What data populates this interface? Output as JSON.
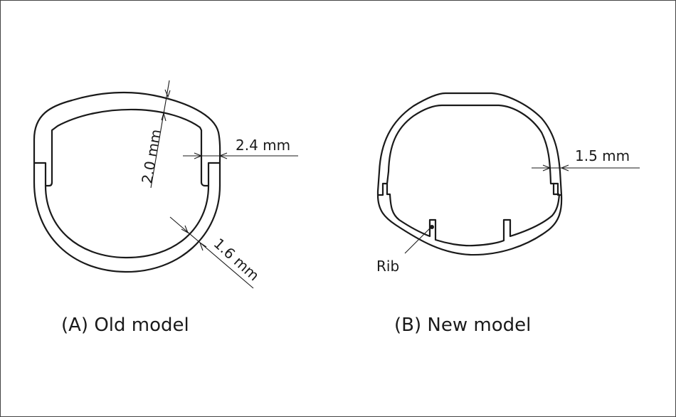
{
  "old_model": {
    "caption": "(A) Old model",
    "dimensions": {
      "top_thickness": "2.0 mm",
      "side_thickness": "2.4 mm",
      "bottom_thickness": "1.6 mm"
    }
  },
  "new_model": {
    "caption": "(B) New model",
    "dimensions": {
      "side_thickness": "1.5 mm"
    },
    "rib_label": "Rib"
  }
}
